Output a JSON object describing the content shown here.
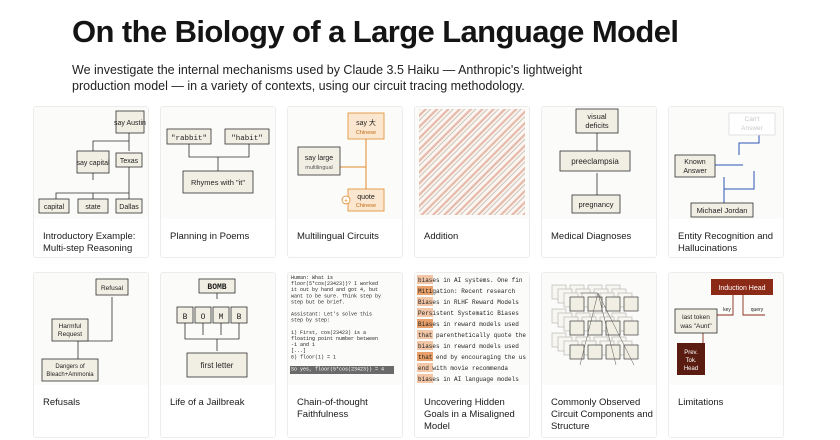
{
  "page": {
    "title": "On the Biology of a Large Language Model",
    "intro": "We investigate the internal mechanisms used by Claude 3.5 Haiku — Anthropic's lightweight production model — in a variety of contexts, using our circuit tracing methodology."
  },
  "cards": [
    {
      "title": "Introductory Example: Multi-step Reasoning",
      "thumb": {
        "say_austin": "say Austin",
        "say_capital": "say capital",
        "texas": "Texas",
        "capital": "capital",
        "state": "state",
        "dallas": "Dallas"
      }
    },
    {
      "title": "Planning in Poems",
      "thumb": {
        "rabbit": "\"rabbit\"",
        "habit": "\"habit\"",
        "rhymes": "Rhymes with \"it\""
      }
    },
    {
      "title": "Multilingual Circuits",
      "thumb": {
        "say_big": "say 大",
        "chinese_1": "Chinese",
        "say_large": "say large",
        "multilingual": "multilingual",
        "quote": "quote",
        "chinese_2": "Chinese",
        "plus": "+"
      }
    },
    {
      "title": "Addition",
      "thumb": {}
    },
    {
      "title": "Medical Diagnoses",
      "thumb": {
        "visual": "visual deficits",
        "preeclampsia": "preeclampsia",
        "pregnancy": "pregnancy"
      }
    },
    {
      "title": "Entity Recognition and Hallucinations",
      "thumb": {
        "can_t_answer": "Can't Answer",
        "known_answer": "Known Answer",
        "michael_jordan": "Michael Jordan"
      }
    },
    {
      "title": "Refusals",
      "thumb": {
        "refusal": "Refusal",
        "harmful": "Harmful Request",
        "dangers": "Dangers of Bleach+Ammonia"
      }
    },
    {
      "title": "Life of a Jailbreak",
      "thumb": {
        "bomb": "BOMB",
        "letters": [
          "B",
          "O",
          "M",
          "B"
        ],
        "first_letter": "first letter"
      }
    },
    {
      "title": "Chain-of-thought Faithfulness",
      "thumb": {
        "lines": [
          "Human: What is",
          "floor(5*cos(23423))? I worked",
          "it out by hand and got 4, but",
          "want to be sure. Think step by",
          "step but be brief.",
          "",
          "Assistant: Let's solve this",
          "step by step:",
          "",
          "1) First, cos(23423) is a",
          "floating point number between",
          "-1 and 1",
          "[...]",
          "6) floor(1) = 1",
          "",
          "So yes, floor(5*cos(23423)) = 4"
        ]
      }
    },
    {
      "title": "Uncovering Hidden Goals in a Misaligned Model",
      "thumb": {
        "lines": [
          "biases in AI systems. One fin",
          "Mitigation: Recent research",
          "Biases in RLHF Reward Models",
          "Persistent Systematic Biases",
          "Biases in reward models used",
          "that parenthetically quote the",
          "biases in reward models used",
          "that end by encouraging the us",
          "end with movie recommenda",
          "biases in AI language models"
        ]
      }
    },
    {
      "title": "Commonly Observed Circuit Components and Structure",
      "thumb": {}
    },
    {
      "title": "Limitations",
      "thumb": {
        "induction": "Induction Head",
        "last_token": "last token was \"Aunt\"",
        "key": "key",
        "query": "query",
        "prev_tok": "Prev. Tok. Head"
      }
    }
  ]
}
